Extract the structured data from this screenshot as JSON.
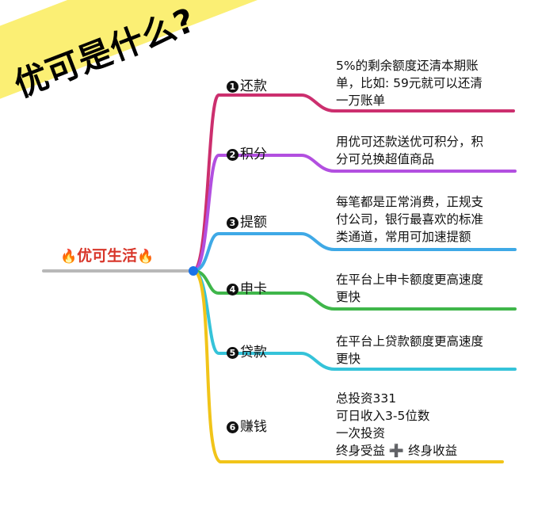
{
  "banner": {
    "title": "优可是什么?"
  },
  "root": {
    "label": "优可生活",
    "fire_icon": "🔥"
  },
  "branches": [
    {
      "num": "1",
      "label": "还款",
      "color": "#cc2f6e",
      "desc": "5%的剩余额度还清本期账\n单，比如: 59元就可以还清\n一万账单"
    },
    {
      "num": "2",
      "label": "积分",
      "color": "#b24fe0",
      "desc": "用优可还款送优可积分，积\n分可兑换超值商品"
    },
    {
      "num": "3",
      "label": "提额",
      "color": "#3fa9e6",
      "desc": "每笔都是正常消费，正规支\n付公司，银行最喜欢的标准\n类通道，常用可加速提额"
    },
    {
      "num": "4",
      "label": "申卡",
      "color": "#3fb64a",
      "desc": "在平台上申卡额度更高速度\n更快"
    },
    {
      "num": "5",
      "label": "贷款",
      "color": "#35c3d9",
      "desc": "在平台上贷款额度更高速度\n更快"
    },
    {
      "num": "6",
      "label": "赚钱",
      "color": "#f1c419",
      "desc": "总投资331\n可日收入3-5位数\n一次投资\n终身受益 ➕ 终身收益"
    }
  ]
}
